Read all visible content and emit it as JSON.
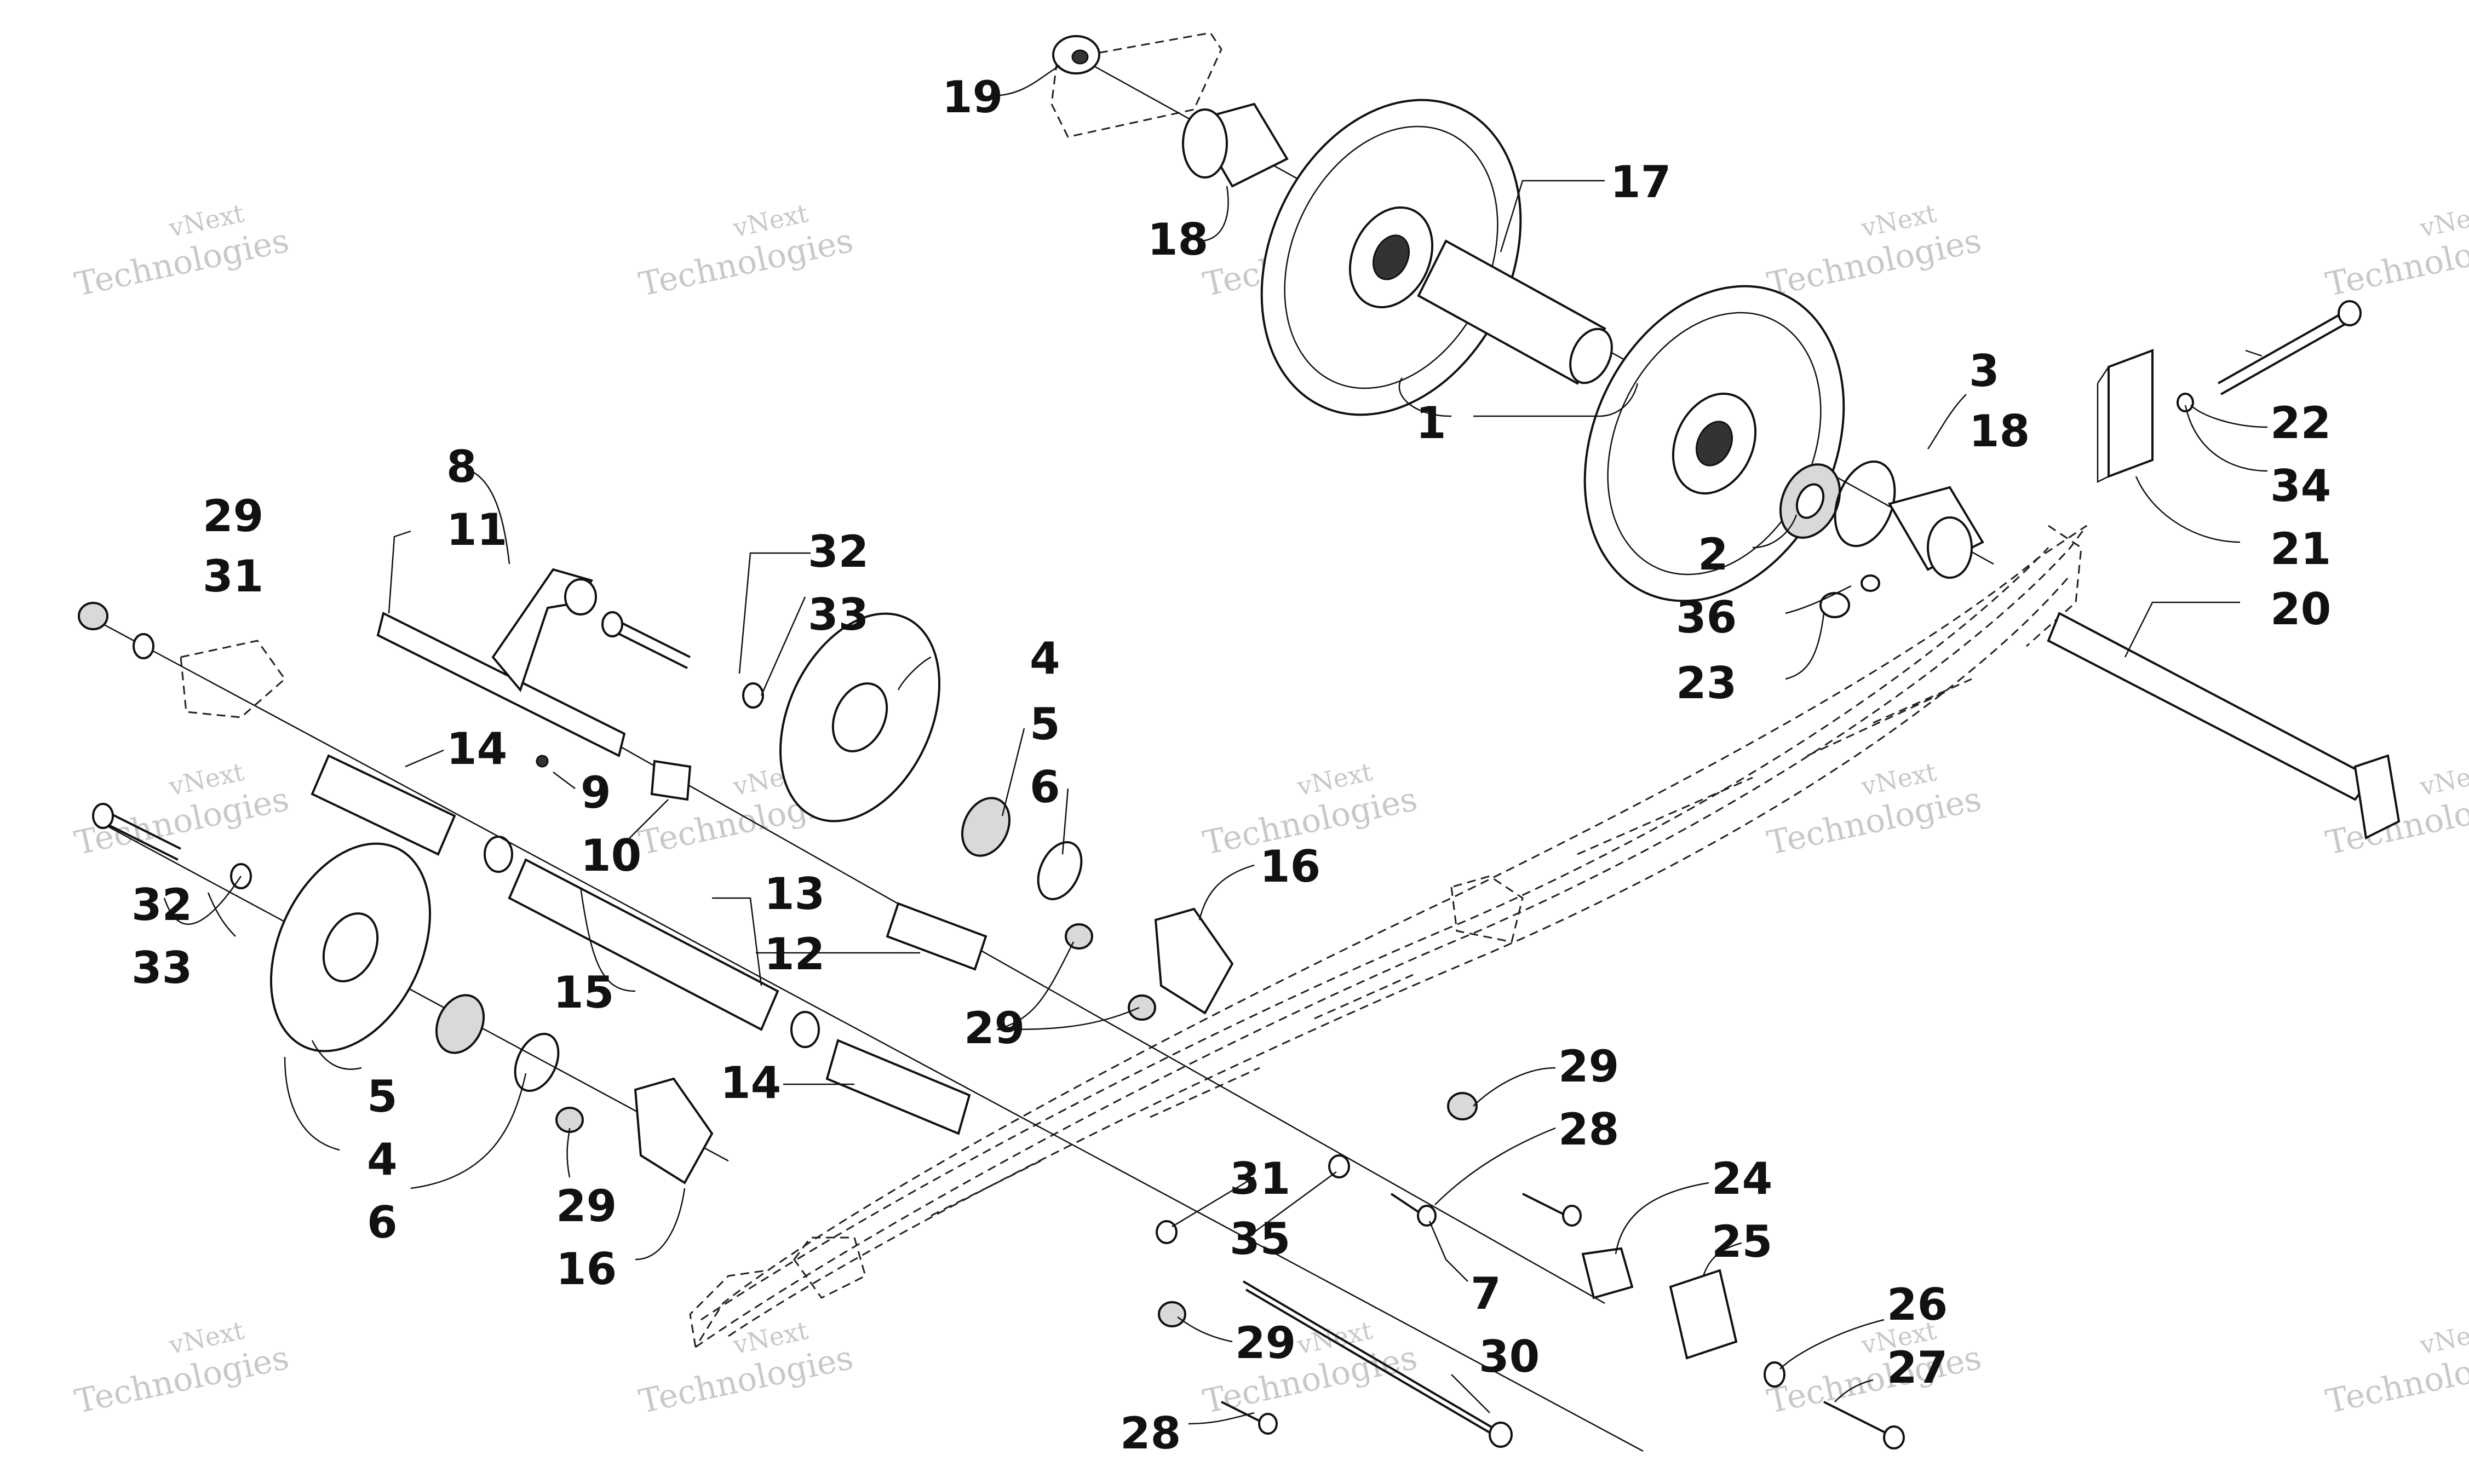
{
  "callouts": [
    {
      "id": "c1",
      "text": "19"
    },
    {
      "id": "c2",
      "text": "18"
    },
    {
      "id": "c3",
      "text": "17"
    },
    {
      "id": "c4",
      "text": "1"
    },
    {
      "id": "c5",
      "text": "3"
    },
    {
      "id": "c6",
      "text": "18"
    },
    {
      "id": "c7",
      "text": "22"
    },
    {
      "id": "c8",
      "text": "34"
    },
    {
      "id": "c9",
      "text": "21"
    },
    {
      "id": "c10",
      "text": "2"
    },
    {
      "id": "c11",
      "text": "36"
    },
    {
      "id": "c12",
      "text": "23"
    },
    {
      "id": "c13",
      "text": "20"
    },
    {
      "id": "c14",
      "text": "8"
    },
    {
      "id": "c15",
      "text": "11"
    },
    {
      "id": "c16",
      "text": "29"
    },
    {
      "id": "c17",
      "text": "31"
    },
    {
      "id": "c18",
      "text": "32"
    },
    {
      "id": "c19",
      "text": "33"
    },
    {
      "id": "c20",
      "text": "4"
    },
    {
      "id": "c21",
      "text": "5"
    },
    {
      "id": "c22",
      "text": "6"
    },
    {
      "id": "c23",
      "text": "14"
    },
    {
      "id": "c24",
      "text": "9"
    },
    {
      "id": "c25",
      "text": "10"
    },
    {
      "id": "c26",
      "text": "16"
    },
    {
      "id": "c27",
      "text": "32"
    },
    {
      "id": "c28",
      "text": "33"
    },
    {
      "id": "c29",
      "text": "13"
    },
    {
      "id": "c30",
      "text": "12"
    },
    {
      "id": "c31",
      "text": "15"
    },
    {
      "id": "c32",
      "text": "29"
    },
    {
      "id": "c33",
      "text": "14"
    },
    {
      "id": "c34",
      "text": "29"
    },
    {
      "id": "c35",
      "text": "28"
    },
    {
      "id": "c36",
      "text": "5"
    },
    {
      "id": "c37",
      "text": "4"
    },
    {
      "id": "c38",
      "text": "6"
    },
    {
      "id": "c39",
      "text": "29"
    },
    {
      "id": "c40",
      "text": "16"
    },
    {
      "id": "c41",
      "text": "31"
    },
    {
      "id": "c42",
      "text": "35"
    },
    {
      "id": "c43",
      "text": "24"
    },
    {
      "id": "c44",
      "text": "25"
    },
    {
      "id": "c45",
      "text": "7"
    },
    {
      "id": "c46",
      "text": "26"
    },
    {
      "id": "c47",
      "text": "27"
    },
    {
      "id": "c48",
      "text": "29"
    },
    {
      "id": "c49",
      "text": "30"
    },
    {
      "id": "c50",
      "text": "28"
    }
  ],
  "watermark": {
    "line1": "vNext",
    "line2": "Technologies"
  }
}
